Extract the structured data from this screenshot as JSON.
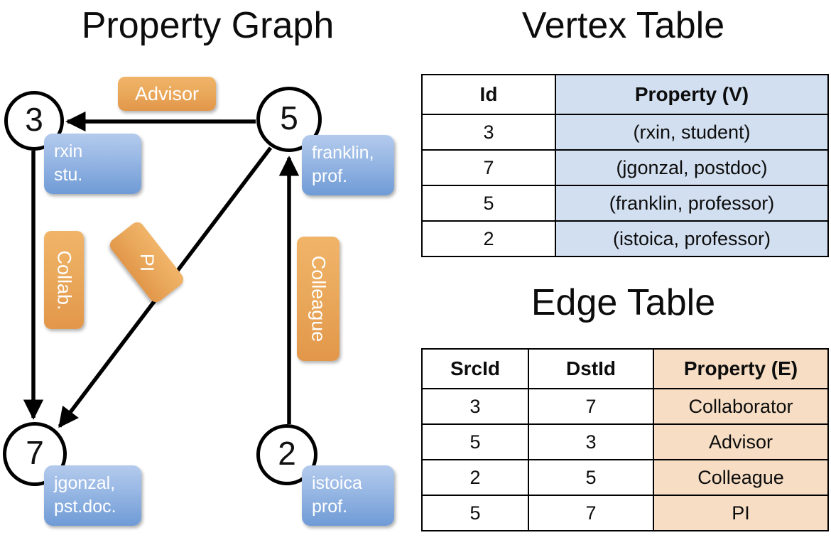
{
  "titles": {
    "graph": "Property Graph",
    "vertex_table": "Vertex Table",
    "edge_table": "Edge Table"
  },
  "graph": {
    "nodes": [
      {
        "id": "3",
        "property": "rxin\nstu."
      },
      {
        "id": "5",
        "property": "franklin,\nprof."
      },
      {
        "id": "7",
        "property": "jgonzal,\npst.doc."
      },
      {
        "id": "2",
        "property": "istoica\nprof."
      }
    ],
    "node_labels": {
      "n3": "3",
      "n5": "5",
      "n7": "7",
      "n2": "2"
    },
    "property_boxes": {
      "rxin_line1": "rxin",
      "rxin_line2": "stu.",
      "franklin_line1": "franklin,",
      "franklin_line2": "prof.",
      "jgonzal_line1": "jgonzal,",
      "jgonzal_line2": "pst.doc.",
      "istoica_line1": "istoica",
      "istoica_line2": "prof."
    },
    "edge_labels": {
      "advisor": "Advisor",
      "collab": "Collab.",
      "pi": "PI",
      "colleague": "Colleague"
    },
    "edges": [
      {
        "from": "5",
        "to": "3",
        "label": "Advisor"
      },
      {
        "from": "3",
        "to": "7",
        "label": "Collab."
      },
      {
        "from": "5",
        "to": "7",
        "label": "PI"
      },
      {
        "from": "2",
        "to": "5",
        "label": "Colleague"
      }
    ]
  },
  "vertex_table": {
    "headers": [
      "Id",
      "Property (V)"
    ],
    "rows": [
      {
        "id": "3",
        "property": "(rxin, student)"
      },
      {
        "id": "7",
        "property": "(jgonzal, postdoc)"
      },
      {
        "id": "5",
        "property": "(franklin, professor)"
      },
      {
        "id": "2",
        "property": "(istoica, professor)"
      }
    ]
  },
  "edge_table": {
    "headers": [
      "SrcId",
      "DstId",
      "Property (E)"
    ],
    "rows": [
      {
        "src": "3",
        "dst": "7",
        "property": "Collaborator"
      },
      {
        "src": "5",
        "dst": "3",
        "property": "Advisor"
      },
      {
        "src": "2",
        "dst": "5",
        "property": "Colleague"
      },
      {
        "src": "5",
        "dst": "7",
        "property": "PI"
      }
    ]
  },
  "colors": {
    "vertex_property_fill": "#d2dff0",
    "edge_property_fill": "#f6ddc3",
    "node_property_box": "#6f9bd6",
    "edge_label_box": "#e8a558",
    "stroke": "#000000",
    "background": "#ffffff"
  }
}
